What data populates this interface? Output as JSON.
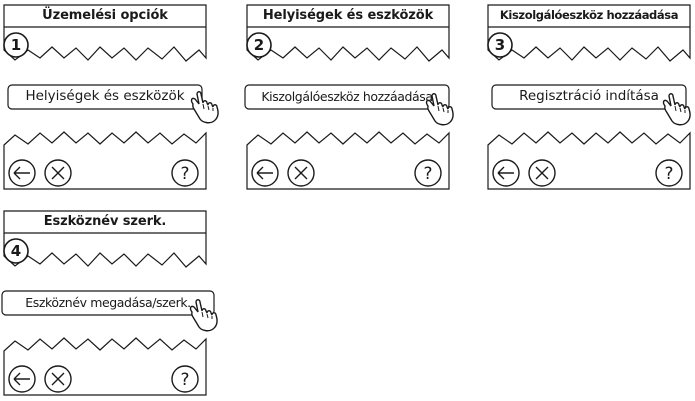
{
  "panels": [
    {
      "header": "Üzemelési opciók",
      "step": "1",
      "button": "Helyiségek és eszközök"
    },
    {
      "header": "Helyiségek és eszközök",
      "step": "2",
      "button": "Kiszolgálóeszköz hozzáadása"
    },
    {
      "header": "Kiszolgálóeszköz hozzáadása",
      "step": "3",
      "button": "Regisztráció indítása"
    },
    {
      "header": "Eszköznév szerk.",
      "step": "4",
      "button": "Eszköznév megadása/szerk."
    }
  ],
  "icons": {
    "back": "arrow-left-icon",
    "close": "x-circle-icon",
    "help": "question-icon",
    "pointer": "hand-pointer-icon"
  },
  "colors": {
    "ink": "#1a1a1a",
    "background": "#ffffff"
  }
}
